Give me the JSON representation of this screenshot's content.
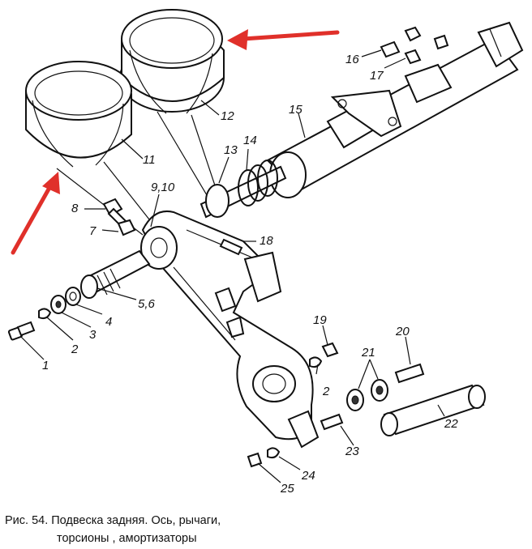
{
  "labels": {
    "p1": "1",
    "p2a": "2",
    "p3": "3",
    "p4": "4",
    "p56": "5,6",
    "p7": "7",
    "p8": "8",
    "p910": "9,10",
    "p11": "11",
    "p12": "12",
    "p13": "13",
    "p14": "14",
    "p15": "15",
    "p16": "16",
    "p17": "17",
    "p18": "18",
    "p19": "19",
    "p2b": "2",
    "p20": "20",
    "p21": "21",
    "p22": "22",
    "p23": "23",
    "p24": "24",
    "p25": "25"
  },
  "caption": {
    "line1": "Рис. 54. Подвеска задняя. Ось, рычаги,",
    "line2": "торсионы , амортизаторы"
  },
  "colors": {
    "arrow": "#e0302a",
    "ink": "#111111"
  }
}
